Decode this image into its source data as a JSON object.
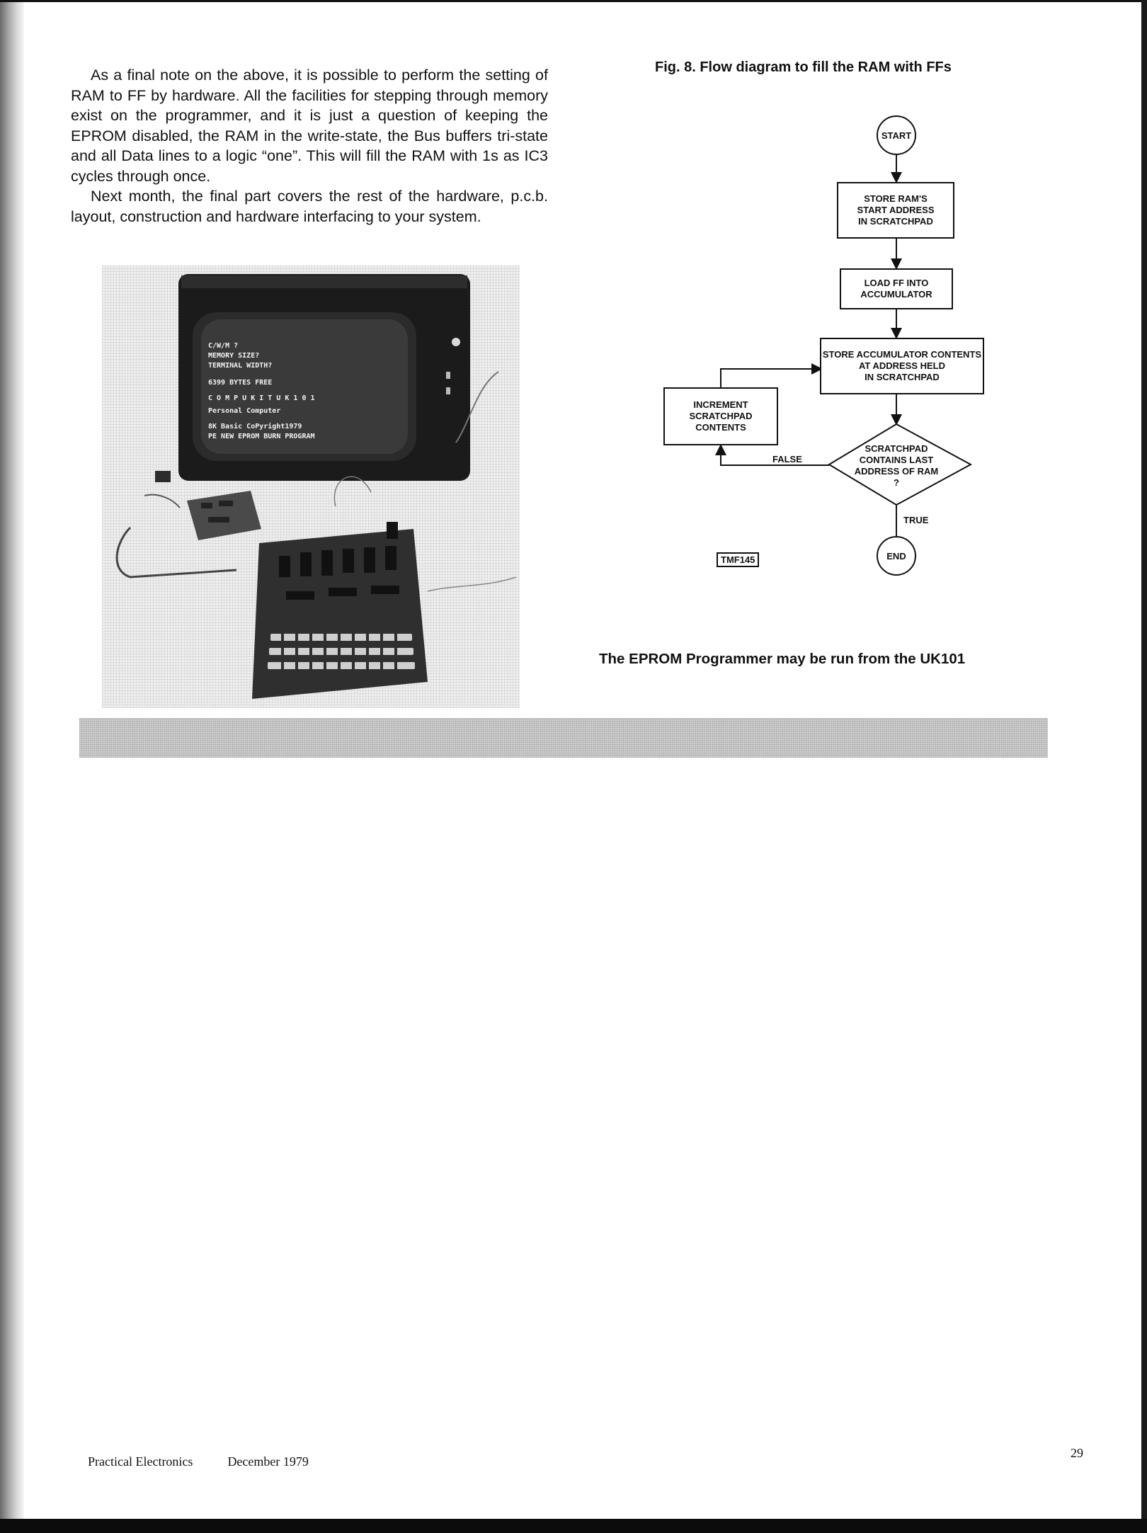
{
  "body": {
    "paragraph_1": "As a final note on the above, it is possible to perform the setting of RAM to FF by hardware. All the facilities for stepping through memory exist on the programmer, and it is just a question of keeping the EPROM disabled, the RAM in the write-state, the Bus buffers tri-state and all Data lines to a logic “one”. This will fill the RAM with 1s as IC3 cycles through once.",
    "paragraph_2": "Next month, the final part covers the rest of the hardware, p.c.b. layout, construction and hardware interfacing to your system."
  },
  "photo": {
    "screen_lines": [
      "C/W/M ?",
      "MEMORY SIZE?",
      "TERMINAL WIDTH?",
      "6399 BYTES FREE",
      "C O M P U K I T  U K 1 0 1",
      "Personal Computer",
      "8K Basic CoPyright1979",
      "PE NEW EPROM BURN PROGRAM"
    ],
    "caption": "The EPROM Programmer may be run from the UK101"
  },
  "figure": {
    "title": "Fig. 8. Flow diagram to fill the RAM with FFs",
    "start": "START",
    "box_store_start": [
      "STORE  RAM'S",
      "START ADDRESS",
      "IN  SCRATCHPAD"
    ],
    "box_load": [
      "LOAD FF INTO",
      "ACCUMULATOR"
    ],
    "box_store_acc": [
      "STORE ACCUMULATOR CONTENTS",
      "AT ADDRESS HELD",
      "IN SCRATCHPAD"
    ],
    "box_increment": [
      "INCREMENT",
      "SCRATCHPAD",
      "CONTENTS"
    ],
    "decision": [
      "SCRATCHPAD",
      "CONTAINS LAST",
      "ADDRESS OF RAM",
      "?"
    ],
    "false_label": "FALSE",
    "true_label": "TRUE",
    "end": "END",
    "tag": "TMF145"
  },
  "footer": {
    "publication": "Practical Electronics",
    "date": "December 1979",
    "page_number": "29"
  }
}
